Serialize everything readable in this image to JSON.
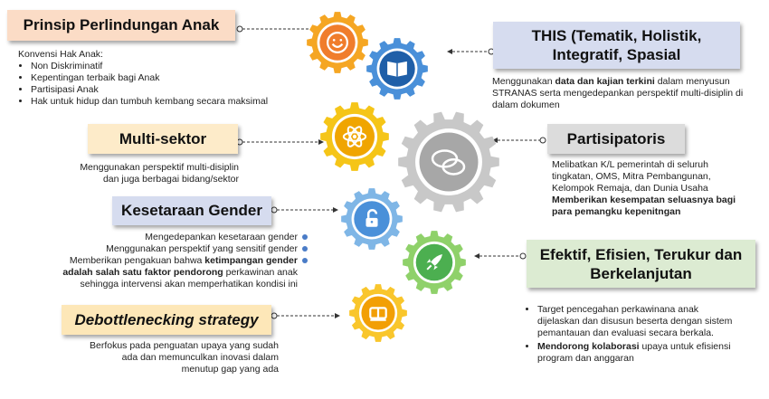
{
  "boxes": {
    "prinsip": {
      "title": "Prinsip Perlindungan Anak",
      "color": "#fbdcc6"
    },
    "this": {
      "title_line1": "THIS (Tematik, Holistik,",
      "title_line2": "Integratif, Spasial",
      "color": "#d6dcef"
    },
    "multisektor": {
      "title": "Multi-sektor",
      "color": "#fdebc9"
    },
    "partisipatoris": {
      "title": "Partisipatoris",
      "color": "#dcdcdc"
    },
    "gender": {
      "title": "Kesetaraan Gender",
      "color": "#d6dcef"
    },
    "efektif": {
      "title_line1": "Efektif, Efisien, Terukur dan",
      "title_line2": "Berkelanjutan",
      "color": "#dcebd2"
    },
    "debottleneck": {
      "title": "Debottlenecking strategy",
      "color": "#fde7b8"
    }
  },
  "texts": {
    "prinsip": {
      "intro": "Konvensi Hak Anak:",
      "items": [
        "Non Diskriminatif",
        "Kepentingan terbaik bagi Anak",
        "Partisipasi Anak",
        "Hak untuk hidup dan tumbuh kembang secara maksimal"
      ]
    },
    "this": {
      "pre": "Menggunakan ",
      "bold": "data dan kajian terkini",
      "post": " dalam menyusun STRANAS serta mengedepankan perspektif multi-disiplin di dalam dokumen"
    },
    "multisektor": {
      "line1": "Menggunakan perspektif multi-disiplin",
      "line2": "dan juga berbagai bidang/sektor"
    },
    "partisipatoris": {
      "line1": "Melibatkan K/L pemerintah di seluruh",
      "line2": "tingkatan, OMS, Mitra Pembangunan,",
      "line3": "Kelompok Remaja, dan Dunia Usaha",
      "bold1": "Memberikan kesempatan seluasnya bagi",
      "bold2": "para pemangku kepenitngan"
    },
    "gender": {
      "item1": "Mengedepankan kesetaraan gender",
      "item2": "Menggunakan perspektif yang sensitif gender",
      "item3_pre": "Memberikan pengakuan bahwa ",
      "item3_bold": "ketimpangan gender",
      "line4_bold": "adalah salah satu faktor pendorong",
      "line4_post": " perkawinan anak",
      "line5": "sehingga intervensi akan memperhatikan kondisi ini"
    },
    "efektif": {
      "item1_l1": "Target pencegahan perkawinana anak",
      "item1_l2": "dijelaskan dan disusun beserta dengan sistem",
      "item1_l3": "pemantauan dan evaluasi secara berkala.",
      "item2_bold": "Mendorong kolaborasi",
      "item2_post": " upaya untuk efisiensi",
      "item2_l2": "program dan anggaran"
    },
    "debottleneck": {
      "line1": "Berfokus pada penguatan upaya yang sudah",
      "line2": "ada dan memunculkan inovasi dalam",
      "line3": "menutup gap yang ada"
    }
  },
  "gears": [
    {
      "name": "gear-smiley",
      "icon": "smiley-icon",
      "rim": "#f5a623",
      "fill": "#f07d2c"
    },
    {
      "name": "gear-book",
      "icon": "book-icon",
      "rim": "#4a90d9",
      "fill": "#1f5fa8"
    },
    {
      "name": "gear-atom",
      "icon": "atom-icon",
      "rim": "#f5c518",
      "fill": "#f0a500"
    },
    {
      "name": "gear-chat",
      "icon": "chat-icon",
      "rim": "#c8c8c8",
      "fill": "#a7a7a7"
    },
    {
      "name": "gear-unlock",
      "icon": "unlock-icon",
      "rim": "#7fb6e6",
      "fill": "#4a90d9"
    },
    {
      "name": "gear-rocket",
      "icon": "rocket-icon",
      "rim": "#8fd16a",
      "fill": "#4caf50"
    },
    {
      "name": "gear-books",
      "icon": "books-icon",
      "rim": "#f9c62c",
      "fill": "#f29f05"
    }
  ]
}
